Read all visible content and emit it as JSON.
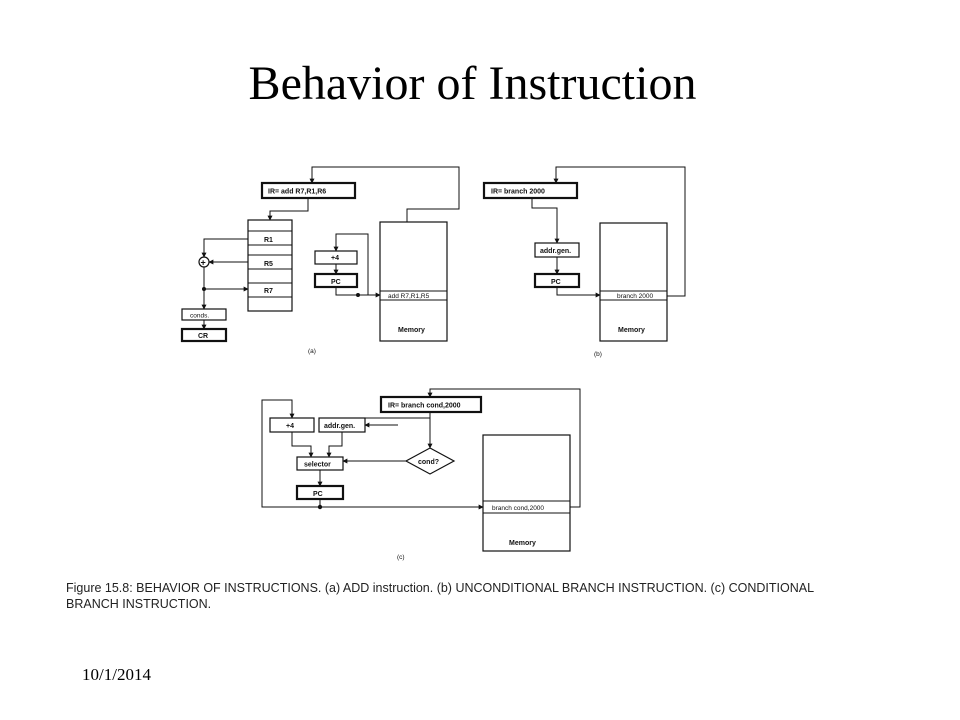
{
  "slide": {
    "title": "Behavior of Instruction",
    "date": "10/1/2014"
  },
  "diagram_a": {
    "ir_label": "IR= add R7,R1,R6",
    "registers": [
      "R1",
      "R5",
      "R7"
    ],
    "plus_symbol": "+",
    "conds_label": "conds.",
    "cr_label": "CR",
    "inc_label": "+4",
    "pc_label": "PC",
    "memory_row": "add R7,R1,R5",
    "memory_label": "Memory",
    "panel_label": "(a)"
  },
  "diagram_b": {
    "ir_label": "IR= branch 2000",
    "addr_gen_label": "addr.gen.",
    "pc_label": "PC",
    "memory_row": "branch 2000",
    "memory_label": "Memory",
    "panel_label": "(b)"
  },
  "diagram_c": {
    "ir_label": "IR= branch cond,2000",
    "inc_label": "+4",
    "addr_gen_label": "addr.gen.",
    "selector_label": "selector",
    "cond_label": "cond?",
    "pc_label": "PC",
    "memory_row": "branch cond,2000",
    "memory_label": "Memory",
    "panel_label": "(c)"
  },
  "caption": {
    "text": "Figure 15.8: BEHAVIOR OF INSTRUCTIONS. (a) ADD instruction. (b) UNCONDITIONAL BRANCH INSTRUCTION. (c) CONDITIONAL BRANCH INSTRUCTION."
  }
}
